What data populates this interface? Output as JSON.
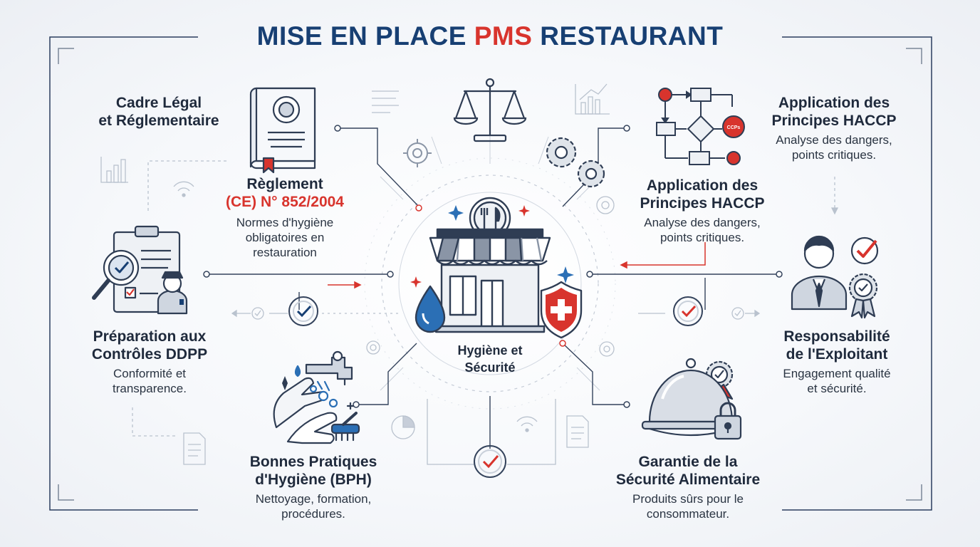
{
  "title": {
    "part1": "MISE EN PLACE",
    "part2": "PMS",
    "part3": "RESTAURANT"
  },
  "center": {
    "line1": "Hygiène et",
    "line2": "Sécurité"
  },
  "blocks": {
    "cadre": {
      "line1": "Cadre Légal",
      "line2": "et Réglementaire"
    },
    "reglement": {
      "line1": "Règlement",
      "line2": "(CE) N° 852/2004",
      "desc1": "Normes d'hygiène",
      "desc2": "obligatoires en",
      "desc3": "restauration"
    },
    "haccp_top": {
      "line1": "Application des",
      "line2": "Principes HACCP",
      "desc1": "Analyse des dangers,",
      "desc2": "points critiques."
    },
    "haccp_mid": {
      "line1": "Application des",
      "line2": "Principes HACCP",
      "desc1": "Analyse des dangers,",
      "desc2": "points critiques."
    },
    "ddpp": {
      "line1": "Préparation aux",
      "line2": "Contrôles DDPP",
      "desc1": "Conformité et",
      "desc2": "transparence."
    },
    "responsabilite": {
      "line1": "Responsabilité",
      "line2": "de l'Exploitant",
      "desc1": "Engagement qualité",
      "desc2": "et sécurité."
    },
    "bph": {
      "line1": "Bonnes Pratiques",
      "line2": "d'Hygiène (BPH)",
      "desc1": "Nettoyage, formation,",
      "desc2": "procédures."
    },
    "securite": {
      "line1": "Garantie de la",
      "line2": "Sécurité Alimentaire",
      "desc1": "Produits sûrs pour le",
      "desc2": "consommateur."
    }
  },
  "flowchart": {
    "ccp_label": "CCPs"
  },
  "colors": {
    "navy": "#173f73",
    "red": "#d8342d",
    "water": "#2b6fb5",
    "line": "#3b4a63",
    "muted": "#b8c1ce"
  }
}
